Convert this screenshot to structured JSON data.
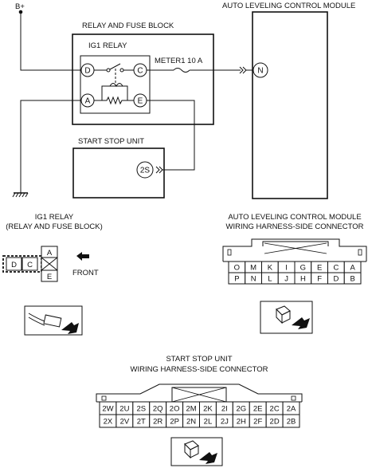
{
  "battery_label": "B+",
  "relay_fuse_block": {
    "title": "RELAY AND FUSE BLOCK",
    "relay_label": "IG1 RELAY",
    "fuse_label": "METER1 10 A",
    "terminals": [
      "D",
      "C",
      "A",
      "E"
    ]
  },
  "auto_leveling_module": {
    "title": "AUTO LEVELING CONTROL MODULE",
    "terminal": "N"
  },
  "start_stop_unit": {
    "title": "START STOP UNIT",
    "terminal": "2S"
  },
  "ig1_relay_connector": {
    "title_line1": "IG1 RELAY",
    "title_line2": "(RELAY AND FUSE BLOCK)",
    "terminals_left": [
      "D",
      "C"
    ],
    "terminals_right": [
      "A",
      "E"
    ],
    "front_label": "FRONT"
  },
  "auto_leveling_connector": {
    "title_line1": "AUTO LEVELING CONTROL MODULE",
    "title_line2": "WIRING HARNESS-SIDE CONNECTOR",
    "row1": [
      "O",
      "M",
      "K",
      "I",
      "G",
      "E",
      "C",
      "A"
    ],
    "row2": [
      "P",
      "N",
      "L",
      "J",
      "H",
      "F",
      "D",
      "B"
    ]
  },
  "start_stop_connector": {
    "title_line1": "START STOP UNIT",
    "title_line2": "WIRING HARNESS-SIDE CONNECTOR",
    "row1": [
      "2W",
      "2U",
      "2S",
      "2Q",
      "2O",
      "2M",
      "2K",
      "2I",
      "2G",
      "2E",
      "2C",
      "2A"
    ],
    "row2": [
      "2X",
      "2V",
      "2T",
      "2R",
      "2P",
      "2N",
      "2L",
      "2J",
      "2H",
      "2F",
      "2D",
      "2B"
    ]
  }
}
